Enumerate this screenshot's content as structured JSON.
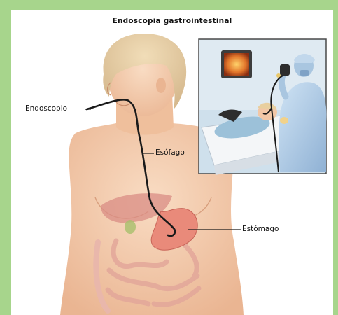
{
  "title": "Endoscopia gastrointestinal",
  "labels": {
    "endoscope": "Endoscopio",
    "esophagus": "Esófago",
    "stomach": "Estómago"
  },
  "colors": {
    "background": "#a7d58c",
    "panel": "#ffffff",
    "skin": "#f3c9a8",
    "stomach": "#e98a7a",
    "scope_tube": "#1a1a1a",
    "inset_border": "#4a4a4a",
    "inset_bg": "#cfe0ec"
  }
}
